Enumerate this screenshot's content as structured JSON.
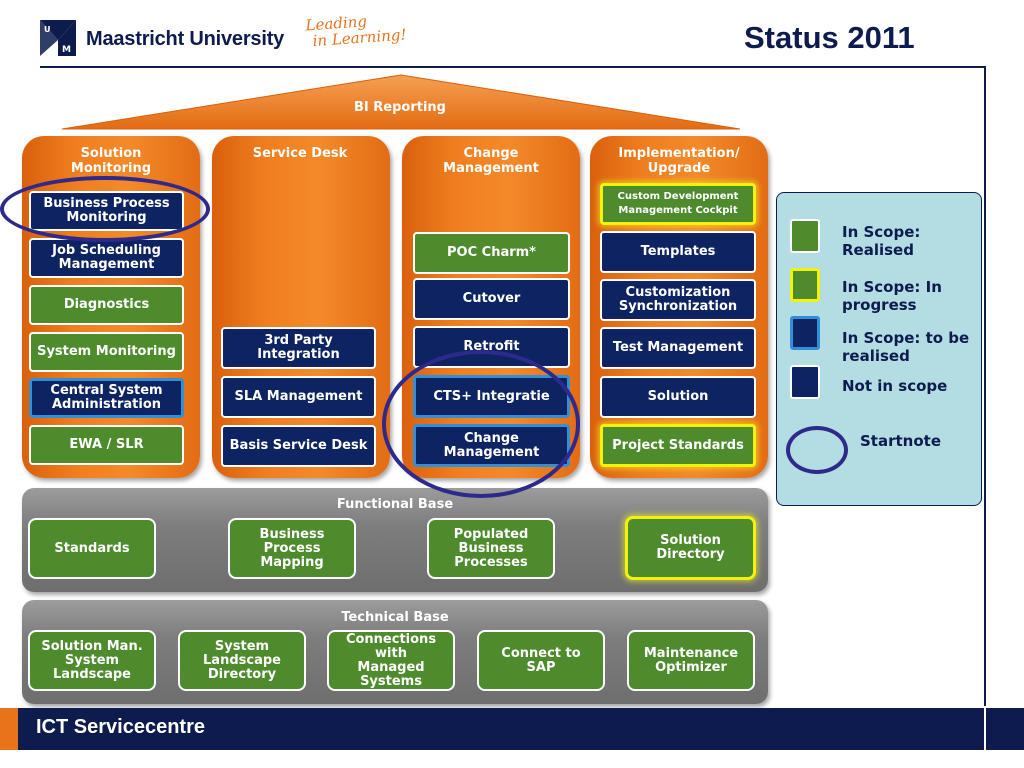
{
  "header": {
    "university": "Maastricht University",
    "tagline_line1": "Leading",
    "tagline_line2": "in Learning!",
    "title": "Status 2011"
  },
  "roof": {
    "label": "BI Reporting"
  },
  "pillars": [
    {
      "title": "Solution Monitoring",
      "items": [
        "Business Process Monitoring",
        "Job Scheduling Management",
        "Diagnostics",
        "System Monitoring",
        "Central System Administration",
        "EWA / SLR"
      ]
    },
    {
      "title": "Service Desk",
      "items": [
        "3rd Party Integration",
        "SLA Management",
        "Basis Service Desk"
      ]
    },
    {
      "title": "Change Management",
      "items": [
        "POC Charm*",
        "Cutover",
        "Retrofit",
        "CTS+ Integratie",
        "Change Management"
      ]
    },
    {
      "title": "Implementation/ Upgrade",
      "items": [
        "Custom Development Management Cockpit",
        "Templates",
        "Customization Synchronization",
        "Test Management",
        "Solution",
        "Project Standards"
      ]
    }
  ],
  "functional_base": {
    "title": "Functional Base",
    "items": [
      "Standards",
      "Business Process Mapping",
      "Populated Business Processes",
      "Solution Directory"
    ]
  },
  "technical_base": {
    "title": "Technical Base",
    "items": [
      "Solution Man. System Landscape",
      "System Landscape Directory",
      "Connections with Managed Systems",
      "Connect to SAP",
      "Maintenance Optimizer"
    ]
  },
  "legend": {
    "items": [
      {
        "label": "In Scope: Realised",
        "color": "#4d8b2d"
      },
      {
        "label": "In Scope: In progress",
        "color": "#f2f20a"
      },
      {
        "label": "In Scope: to be realised",
        "color": "#2f8fd8"
      },
      {
        "label": "Not in scope",
        "color": "#0e2462"
      }
    ],
    "startnote": "Startnote"
  },
  "footer": {
    "text": "ICT Servicecentre"
  },
  "colors": {
    "orange": "#e8731b",
    "navy": "#0d1b4f",
    "green": "#4d8b2d",
    "legend_bg": "#b3dde3"
  }
}
